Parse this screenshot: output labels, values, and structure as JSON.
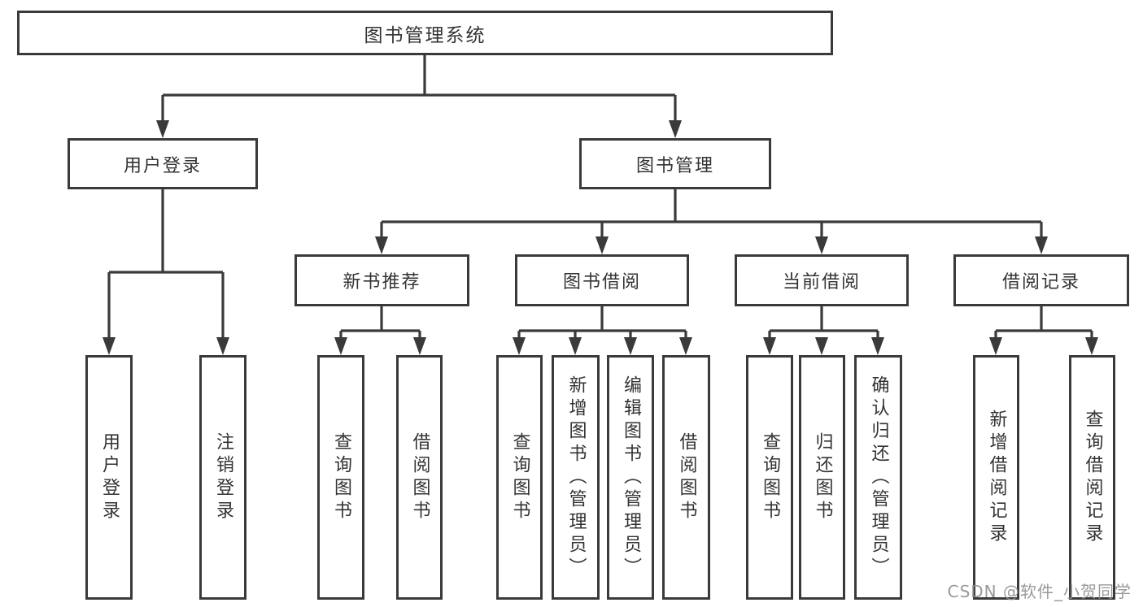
{
  "tree": {
    "label": "图书管理系统",
    "children": [
      {
        "label": "用户登录",
        "children": [
          {
            "label": "用户登录"
          },
          {
            "label": "注销登录"
          }
        ]
      },
      {
        "label": "图书管理",
        "children": [
          {
            "label": "新书推荐",
            "children": [
              {
                "label": "查询图书"
              },
              {
                "label": "借阅图书"
              }
            ]
          },
          {
            "label": "图书借阅",
            "children": [
              {
                "label": "查询图书"
              },
              {
                "label": "新增图书（管理员）"
              },
              {
                "label": "编辑图书（管理员）"
              },
              {
                "label": "借阅图书"
              }
            ]
          },
          {
            "label": "当前借阅",
            "children": [
              {
                "label": "查询图书"
              },
              {
                "label": "归还图书"
              },
              {
                "label": "确认归还（管理员）"
              }
            ]
          },
          {
            "label": "借阅记录",
            "children": [
              {
                "label": "新增借阅记录"
              },
              {
                "label": "查询借阅记录"
              }
            ]
          }
        ]
      }
    ]
  },
  "watermark": {
    "text": "CSDN @软件_小贺同学"
  },
  "colors": {
    "line": "#3a3a3a",
    "text": "#333333",
    "background": "#ffffff",
    "watermark": "#8c8e94"
  }
}
